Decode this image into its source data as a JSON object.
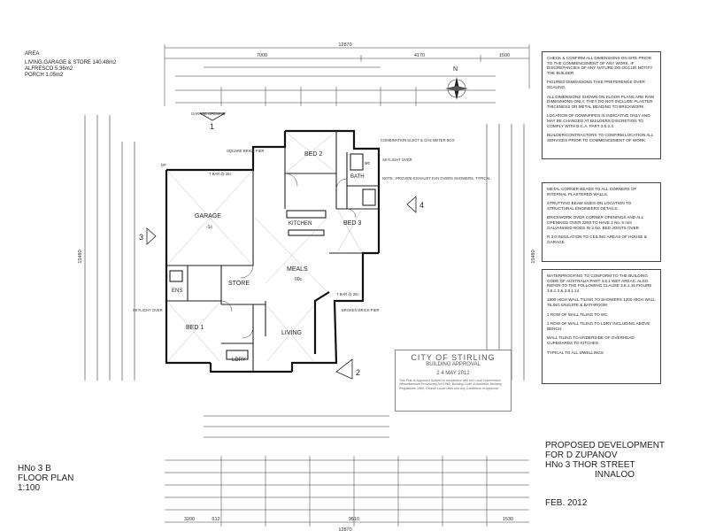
{
  "area_schedule": {
    "heading": "AREA",
    "rows": [
      {
        "label": "LIVING,GARAGE & STORE",
        "value": "140.48m2"
      },
      {
        "label": "ALFRESCO",
        "value": "5.36m2"
      },
      {
        "label": "PORCH",
        "value": "1.05m2"
      }
    ]
  },
  "notes_top": [
    "CHECK & CONFIRM ALL DIMENSIONS ON SITE PRIOR TO THE COMMENCEMENT OF ANY WORK. IF DISCREPANCIES OF ANY NATURE DO OCCUR NOTIFY THE BUILDER.",
    "FIGURED DIMENSIONS TAKE PREFERENCE OVER SCALING.",
    "ALL DIMENSIONS SHOWN ON FLOOR PLANS ARE RAW DIMENSIONS ONLY, THEY DO NOT INCLUDE PLASTER THICKNESS OR METAL BEADING TO BRICKWORK.",
    "LOCATION OF DOWNPIPES IS INDICATIVE ONLY AND MAY BE CHANGED AT BUILDERS DISCRETION TO COMPLY WITH B.C.A. PART 3.5.2.3",
    "BUILDER/CONTRACTORS TO CONFIRM LOCATION ALL SERVICES PRIOR TO COMMENCEMENT OF WORK."
  ],
  "notes_mid": [
    "METAL CORNER BEADS TO ALL CORNERS OF INTERNAL PLASTERED WALLS.",
    "STRUTTING BEAM SIZES ON LOCATION TO STRUCTURAL ENGINEERS DETAILS.",
    "BRICKWORK OVER CORNER OPENINGS AND ALL OPENINGS OVER 2200 TO HAVE 2 No. 6 mm GALVANISED RODS IN 2 No. BED JOINTS OVER",
    "R 3.0 INSULATION TO CEILING AREAS OF HOUSE & GARAGE"
  ],
  "notes_bottom": [
    "WATERPROOFING TO CONFORM TO THE BUILDING CODE OF AUSTRALIA PART 3.8.1 WET AREAS. ALSO REFER TO THE FOLLOWING CLAUSE 3.8.1.16 FIGURE 3.8.1.3 & 3.8.1.14",
    "1800 HIGH WALL TILING TO SHOWERS 1200 HIGH WALL TILING ENSUITE & BATHROOM",
    "1 ROW OF WALL TILING TO WC",
    "1 ROW OF WALL TILING TO LDRY INCLUDING ABOVE BENCH.",
    "WALL TILING TO UNDERSIDE OF OVERHEAD CUPBOARDS TO KITCHEN",
    "TYPICAL TO ALL DWELLINGS"
  ],
  "rooms": {
    "garage": "GARAGE",
    "garage_level": "-1c",
    "bed2": "BED 2",
    "bed3": "BED 3",
    "bath": "BATH",
    "kitchen": "KITCHEN",
    "meals": "MEALS",
    "meals_level": "00c",
    "store": "STORE",
    "ens": "ENS",
    "bed1": "BED 1",
    "living": "LIVING",
    "ldry": "LDRY",
    "wc": "wc"
  },
  "section_markers": {
    "s1": "1",
    "s2": "2",
    "s3": "3",
    "s4": "4"
  },
  "north": "N",
  "labels": {
    "provide_exhaust": "NOTE : PROVIDE EXHAUST FAN OVERS SHOWERS, TYPICAL",
    "square_pier": "SQUARE BRICK PIER",
    "combination": "COMBINATION ELECT & GAS METER BOX",
    "skylight1": "SKYLIGHT OVER",
    "skylight2": "SKYLIGHT OVER",
    "tbar1": "T BAR @ 25c",
    "tbar2": "T BAR @ 25c",
    "garage_opening": "GARAGE OPENING",
    "dp": "DP",
    "broken_brick_pier": "BROKEN BRICK PIER"
  },
  "dims": {
    "overall_top": "12870",
    "top_row": [
      "7000",
      "4170",
      "1500"
    ],
    "overall_bottom": "12870",
    "bottom_row": [
      "3200",
      "612",
      "9510",
      "1530"
    ],
    "left_overall": "15480",
    "right_overall": "15480"
  },
  "stamp": {
    "line1": "CITY OF STIRLING",
    "line2": "BUILDING APPROVAL",
    "line3": "2 4 MAY 2012",
    "body": "This Plan is Approved Subject to compliance with the Local Government (Miscellaneous Provisions) Act 1960, Building Code of Australia, Building Regulations 1989, Council Local Laws and any Conditions of Approval."
  },
  "title": {
    "line1": "HNo 3 B",
    "line2": "FLOOR PLAN",
    "line3": "1:100"
  },
  "project": {
    "line1": "PROPOSED DEVELOPMENT",
    "line2": "FOR D ZUPANOV",
    "line3": "HNo 3 THOR STREET",
    "line4": "INNALOO",
    "date": "FEB. 2012"
  }
}
